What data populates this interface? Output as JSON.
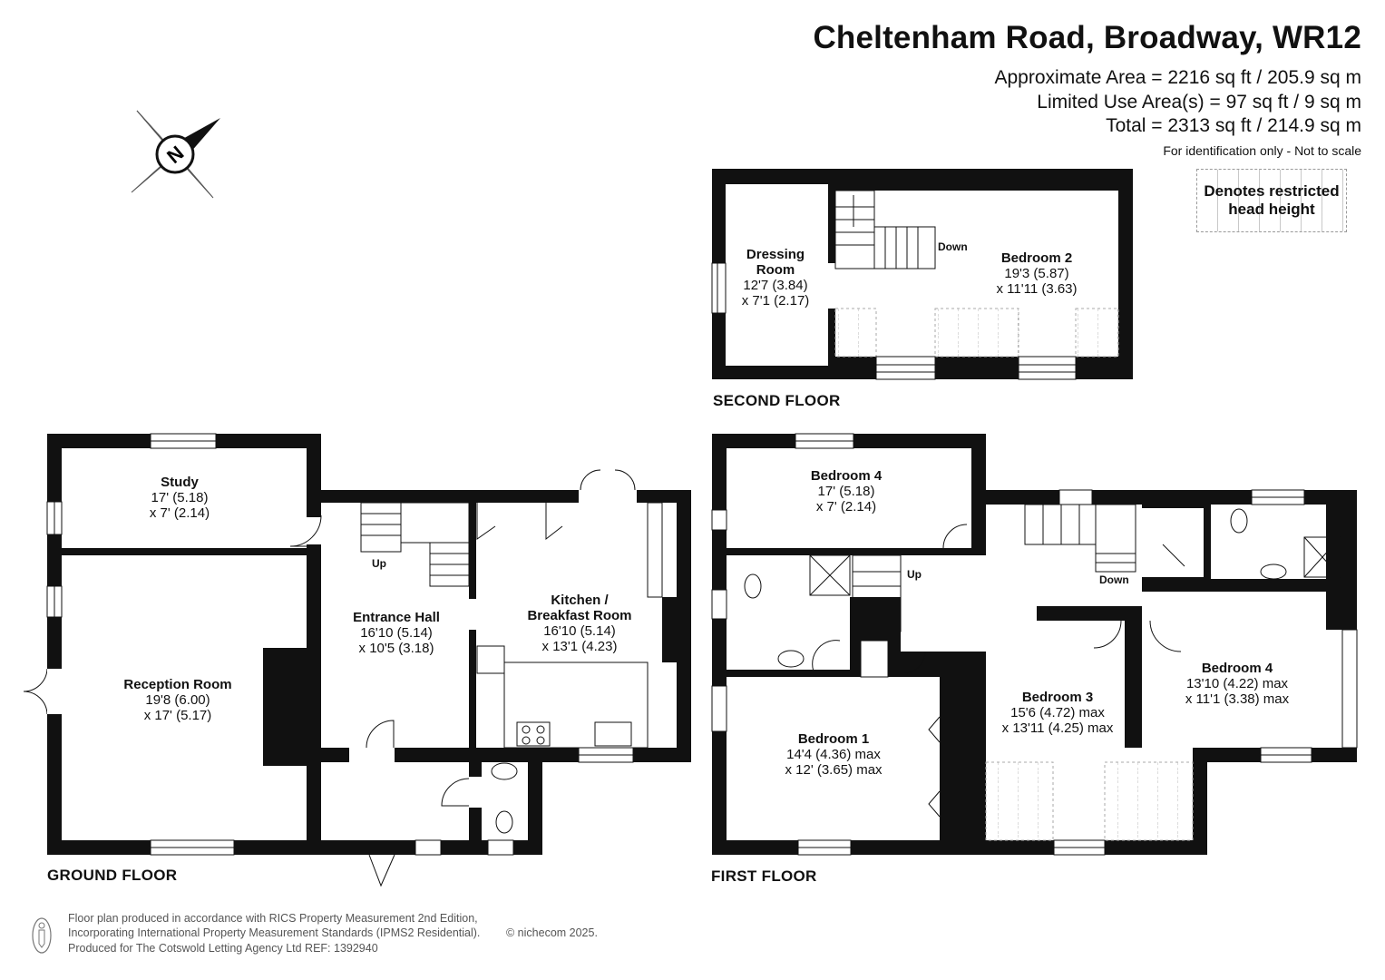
{
  "header": {
    "title": "Cheltenham Road, Broadway, WR12",
    "area_lines": [
      "Approximate Area = 2216 sq ft / 205.9 sq m",
      "Limited Use Area(s) = 97 sq ft / 9 sq m",
      "Total = 2313 sq ft / 214.9 sq m"
    ],
    "note": "For identification only - Not to scale"
  },
  "legend": {
    "text": "Denotes restricted head height"
  },
  "compass": {
    "letter": "N"
  },
  "floors": {
    "ground": "GROUND FLOOR",
    "first": "FIRST FLOOR",
    "second": "SECOND FLOOR"
  },
  "rooms": {
    "study": {
      "name": "Study",
      "dims": [
        "17' (5.18)",
        "x 7' (2.14)"
      ]
    },
    "reception": {
      "name": "Reception Room",
      "dims": [
        "19'8 (6.00)",
        "x 17' (5.17)"
      ]
    },
    "entrance": {
      "name": "Entrance Hall",
      "dims": [
        "16'10 (5.14)",
        "x 10'5 (3.18)"
      ]
    },
    "kitchen": {
      "name": "Kitchen / Breakfast Room",
      "name_lines": [
        "Kitchen /",
        "Breakfast Room"
      ],
      "dims": [
        "16'10 (5.14)",
        "x 13'1 (4.23)"
      ]
    },
    "dressing": {
      "name_lines": [
        "Dressing",
        "Room"
      ],
      "dims": [
        "12'7 (3.84)",
        "x 7'1 (2.17)"
      ]
    },
    "bedroom2": {
      "name": "Bedroom 2",
      "dims": [
        "19'3 (5.87)",
        "x 11'11 (3.63)"
      ]
    },
    "bedroom4_top": {
      "name": "Bedroom 4",
      "dims": [
        "17' (5.18)",
        "x 7' (2.14)"
      ]
    },
    "bedroom1": {
      "name": "Bedroom 1",
      "dims": [
        "14'4 (4.36) max",
        "x 12' (3.65) max"
      ]
    },
    "bedroom3": {
      "name": "Bedroom 3",
      "dims": [
        "15'6 (4.72) max",
        "x 13'11 (4.25) max"
      ]
    },
    "bedroom4_right": {
      "name": "Bedroom 4",
      "dims": [
        "13'10 (4.22) max",
        "x 11'1 (3.38) max"
      ]
    }
  },
  "stairs": {
    "up": "Up",
    "down": "Down"
  },
  "footer": {
    "lines": [
      "Floor plan produced in accordance with RICS Property Measurement 2nd Edition,",
      "Incorporating International Property Measurement Standards (IPMS2 Residential).",
      "Produced for The Cotswold Letting Agency Ltd   REF:  1392940"
    ],
    "copyright": "© nichecom 2025."
  }
}
